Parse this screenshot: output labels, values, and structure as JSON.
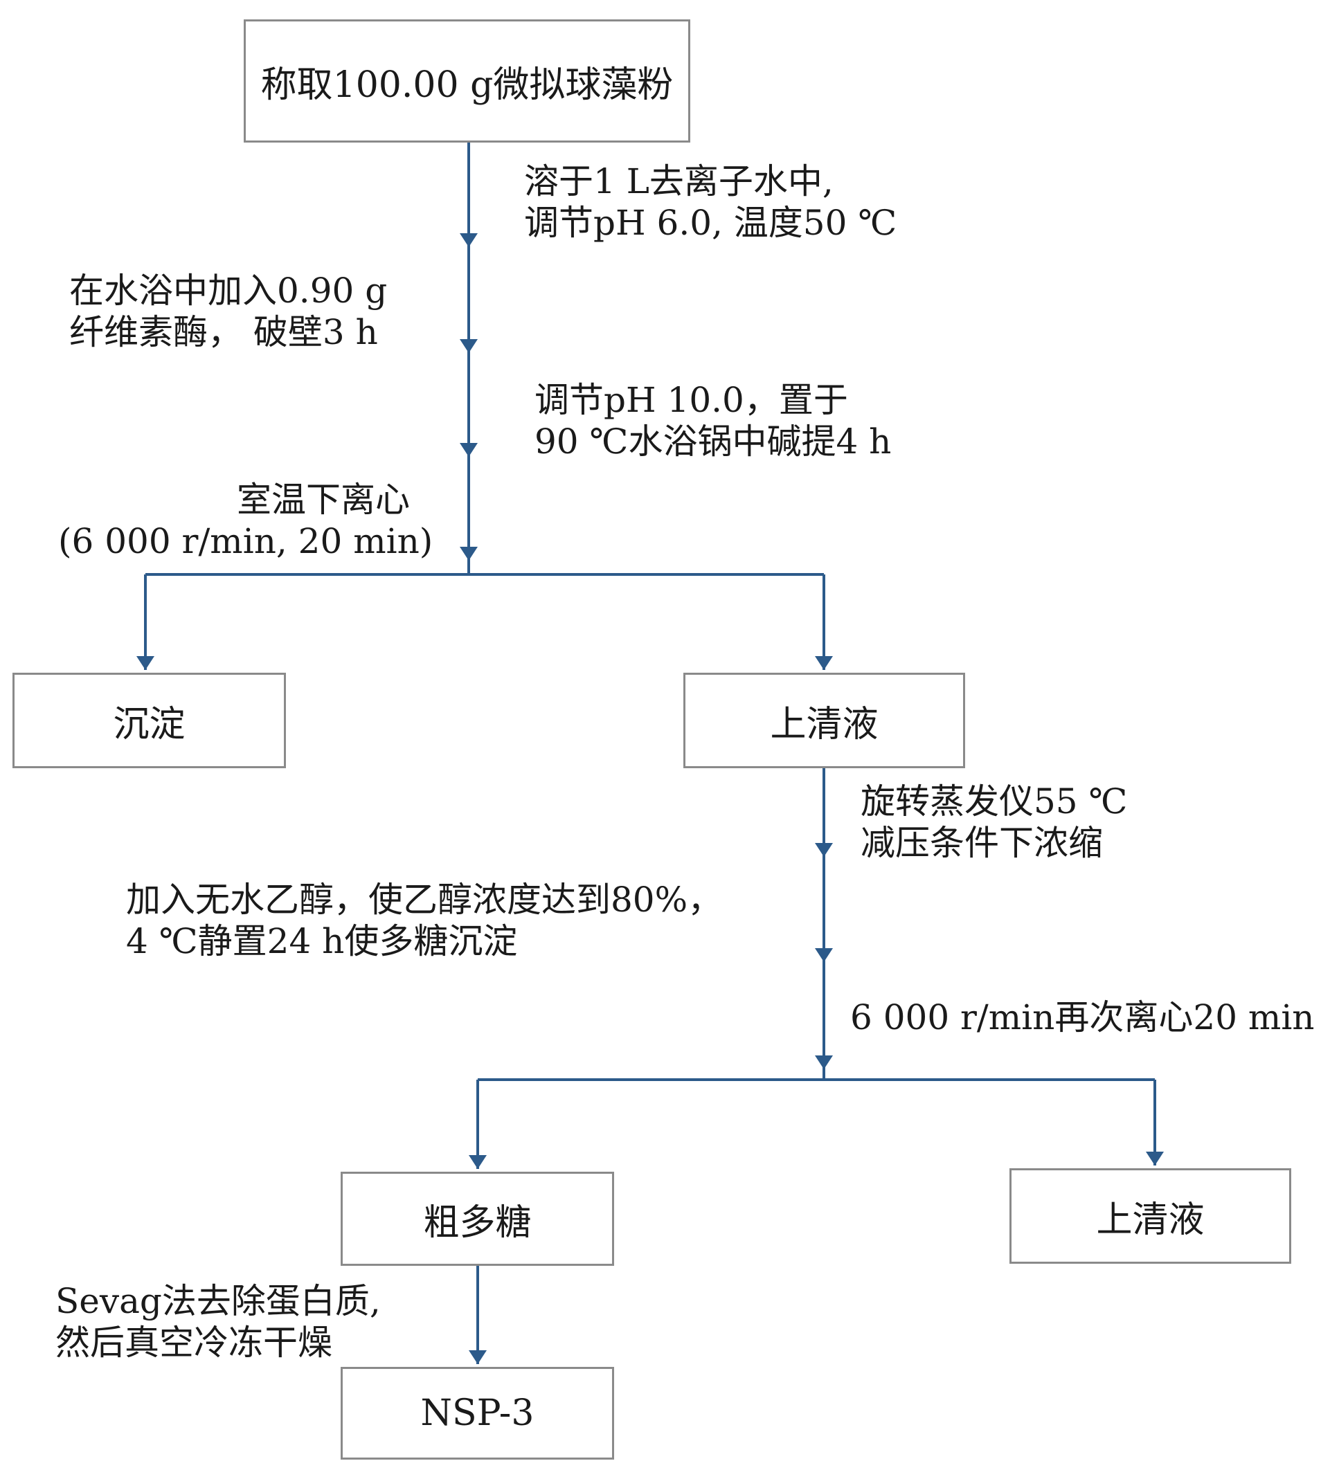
{
  "nodes": {
    "start": "称取100.00 g微拟球藻粉",
    "precipitate": "沉淀",
    "supernatant_1": "上清液",
    "crude": "粗多糖",
    "supernatant_2": "上清液",
    "final": "NSP-3"
  },
  "steps": {
    "dissolve": [
      "溶于1 L去离子水中,",
      "调节pH 6.0, 温度50 ℃"
    ],
    "enzyme": [
      "在水浴中加入0.90 g",
      "纤维素酶， 破壁3 h"
    ],
    "alkali": [
      "调节pH 10.0，置于",
      "90 ℃水浴锅中碱提4 h"
    ],
    "centrifuge_1": [
      "室温下离心",
      "(6 000 r/min, 20 min)"
    ],
    "concentrate": [
      "旋转蒸发仪55 ℃",
      "减压条件下浓缩"
    ],
    "ethanol": [
      "加入无水乙醇，使乙醇浓度达到80%，",
      "4 ℃静置24 h使多糖沉淀"
    ],
    "centrifuge_2": [
      "6 000 r/min再次离心20 min"
    ],
    "sevag": [
      "Sevag法去除蛋白质,",
      "然后真空冷冻干燥"
    ]
  },
  "colors": {
    "arrow": "#2c5a8a",
    "box_border": "#8a8a8a",
    "text": "#1a1a1a"
  }
}
